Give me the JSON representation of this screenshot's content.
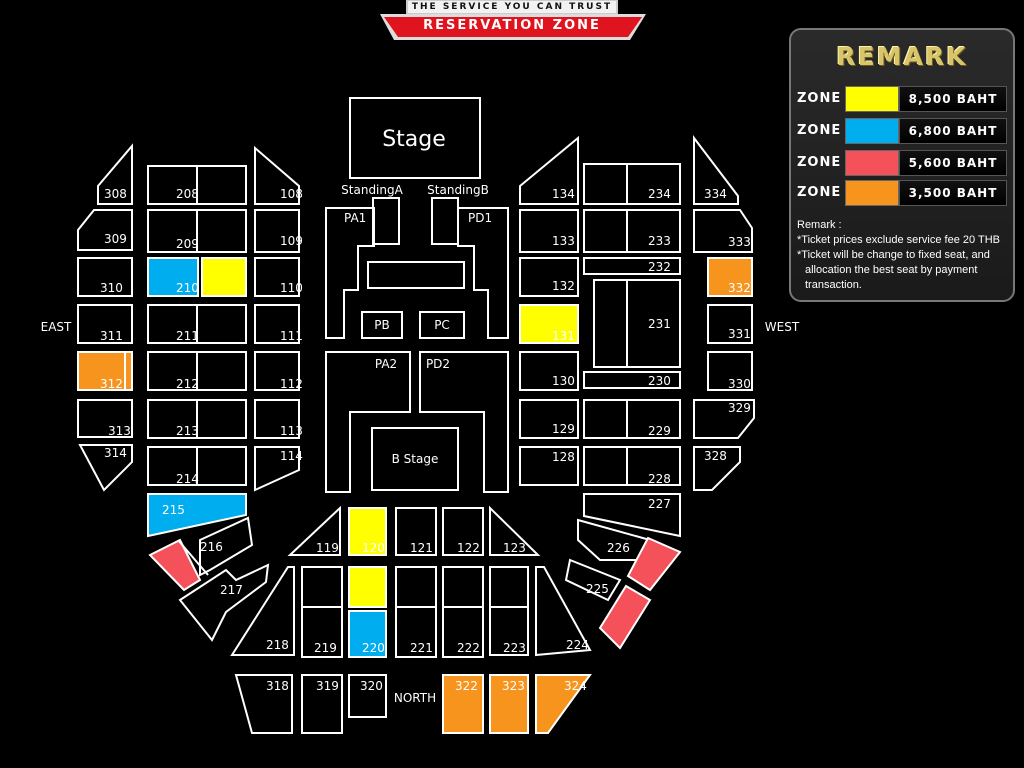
{
  "header": {
    "service_text": "THE SERVICE YOU CAN TRUST",
    "title": "RESERVATION   ZONE"
  },
  "legend": {
    "title": "REMARK",
    "zone_word": "ZONE",
    "items": [
      {
        "color": "#ffff00",
        "price": "8,500 BAHT"
      },
      {
        "color": "#00aeef",
        "price": "6,800 BAHT"
      },
      {
        "color": "#f5515a",
        "price": "5,600 BAHT"
      },
      {
        "color": "#f7941d",
        "price": "3,500 BAHT"
      }
    ],
    "notes": [
      "Remark :",
      "*Ticket prices exclude service fee 20 THB",
      "*Ticket will be change to fixed seat, and",
      "  allocation the best seat by payment",
      "  transaction."
    ]
  },
  "labels": {
    "stage": "Stage",
    "b_stage": "B Stage",
    "standing_a": "StandingA",
    "standing_b": "StandingB",
    "pa1": "PA1",
    "pd1": "PD1",
    "pb": "PB",
    "pc": "PC",
    "pa2": "PA2",
    "pd2": "PD2",
    "east": "EAST",
    "west": "WEST",
    "north": "NORTH"
  },
  "sections": [
    {
      "id": "308",
      "zone": null
    },
    {
      "id": "208",
      "zone": null
    },
    {
      "id": "108",
      "zone": null
    },
    {
      "id": "309",
      "zone": null
    },
    {
      "id": "209",
      "zone": null
    },
    {
      "id": "109",
      "zone": null
    },
    {
      "id": "310",
      "zone": null
    },
    {
      "id": "210",
      "zone": "#00aeef"
    },
    {
      "id": "110",
      "zone": null
    },
    {
      "id": "311",
      "zone": null
    },
    {
      "id": "211",
      "zone": null
    },
    {
      "id": "111",
      "zone": null
    },
    {
      "id": "312",
      "zone": "#f7941d"
    },
    {
      "id": "212",
      "zone": null
    },
    {
      "id": "112",
      "zone": null
    },
    {
      "id": "313",
      "zone": null
    },
    {
      "id": "213",
      "zone": null
    },
    {
      "id": "113",
      "zone": null
    },
    {
      "id": "314",
      "zone": null
    },
    {
      "id": "214",
      "zone": null
    },
    {
      "id": "114",
      "zone": null
    },
    {
      "id": "215",
      "zone": "#00aeef"
    },
    {
      "id": "216",
      "zone": "#f5515a"
    },
    {
      "id": "217",
      "zone": null
    },
    {
      "id": "218",
      "zone": null
    },
    {
      "id": "219",
      "zone": null
    },
    {
      "id": "220",
      "zone": "#00aeef"
    },
    {
      "id": "221",
      "zone": null
    },
    {
      "id": "222",
      "zone": null
    },
    {
      "id": "223",
      "zone": null
    },
    {
      "id": "224",
      "zone": null
    },
    {
      "id": "119",
      "zone": null
    },
    {
      "id": "120",
      "zone": "#ffff00"
    },
    {
      "id": "121",
      "zone": null
    },
    {
      "id": "122",
      "zone": null
    },
    {
      "id": "123",
      "zone": null
    },
    {
      "id": "318",
      "zone": null
    },
    {
      "id": "319",
      "zone": null
    },
    {
      "id": "320",
      "zone": null
    },
    {
      "id": "322",
      "zone": "#f7941d"
    },
    {
      "id": "323",
      "zone": "#f7941d"
    },
    {
      "id": "324",
      "zone": "#f7941d"
    },
    {
      "id": "134",
      "zone": null
    },
    {
      "id": "234",
      "zone": null
    },
    {
      "id": "334",
      "zone": null
    },
    {
      "id": "133",
      "zone": null
    },
    {
      "id": "233",
      "zone": null
    },
    {
      "id": "333",
      "zone": null
    },
    {
      "id": "132",
      "zone": null
    },
    {
      "id": "232",
      "zone": null
    },
    {
      "id": "332",
      "zone": "#f7941d"
    },
    {
      "id": "131",
      "zone": "#ffff00"
    },
    {
      "id": "231",
      "zone": null
    },
    {
      "id": "331",
      "zone": null
    },
    {
      "id": "130",
      "zone": null
    },
    {
      "id": "230",
      "zone": null
    },
    {
      "id": "330",
      "zone": null
    },
    {
      "id": "129",
      "zone": null
    },
    {
      "id": "229",
      "zone": null
    },
    {
      "id": "329",
      "zone": null
    },
    {
      "id": "128",
      "zone": null
    },
    {
      "id": "228",
      "zone": null
    },
    {
      "id": "328",
      "zone": null
    },
    {
      "id": "227",
      "zone": null
    },
    {
      "id": "226",
      "zone": "#f5515a"
    },
    {
      "id": "225",
      "zone": "#f5515a"
    }
  ]
}
